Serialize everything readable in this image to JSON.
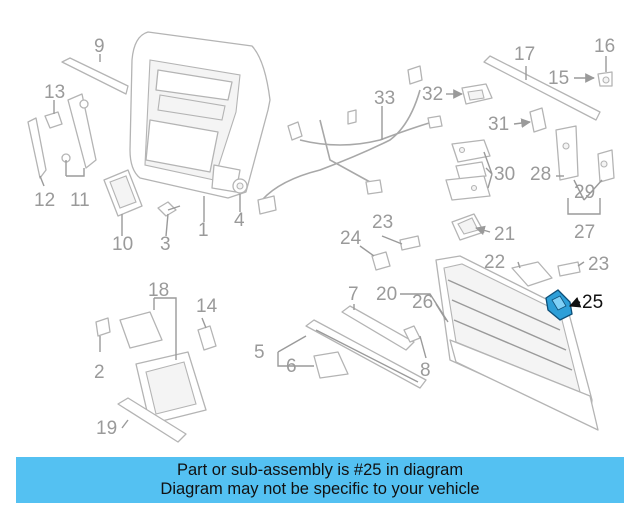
{
  "diagram": {
    "highlighted_part": "25",
    "highlight_color": "#2d9fd8",
    "callouts": [
      "9",
      "13",
      "12",
      "11",
      "10",
      "3",
      "1",
      "4",
      "33",
      "32",
      "17",
      "16",
      "15",
      "31",
      "30",
      "28",
      "29",
      "27",
      "23",
      "24",
      "21",
      "22",
      "23",
      "25",
      "20",
      "26",
      "7",
      "5",
      "6",
      "8",
      "18",
      "14",
      "2",
      "19"
    ]
  },
  "banner": {
    "line1": "Part or sub-assembly is #25 in diagram",
    "line2": "Diagram may not be specific to your vehicle",
    "background": "#54c1f2"
  }
}
